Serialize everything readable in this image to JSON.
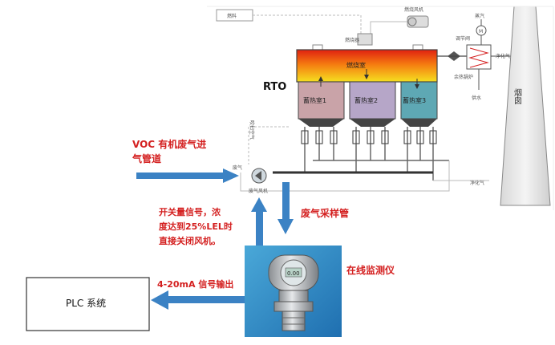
{
  "diagram": {
    "fuel_label": "燃料",
    "burner_fan_label": "燃烧风机",
    "burner_label": "燃烧器",
    "combustion_chamber_label": "燃烧室",
    "rto_label": "RTO",
    "chambers": [
      "蓄热室1",
      "蓄热室2",
      "蓄热室3"
    ],
    "purge_air_label": "吹扫空气",
    "steam_label": "蒸汽",
    "regulating_valve_label": "调节阀",
    "motor_label": "M",
    "hot_gas_label": "净化气",
    "waste_heat_boiler_label": "余热锅炉",
    "water_supply_label": "供水",
    "chimney_label": "烟囱",
    "clean_gas_label": "净化气",
    "waste_gas_small_label": "废气",
    "waste_gas_fan_label": "废气风机",
    "voc_inlet_label_line1": "VOC 有机废气进",
    "voc_inlet_label_line2": "气管道",
    "sampling_pipe_label": "废气采样管",
    "switch_signal_line1": "开关量信号，浓",
    "switch_signal_line2": "度达到25%LEL时",
    "switch_signal_line3": "直接关闭风机。",
    "online_monitor_label": "在线监测仪",
    "signal_output_label": "4-20mA 信号输出",
    "plc_label": "PLC 系统",
    "device_display_text": "0.00"
  }
}
